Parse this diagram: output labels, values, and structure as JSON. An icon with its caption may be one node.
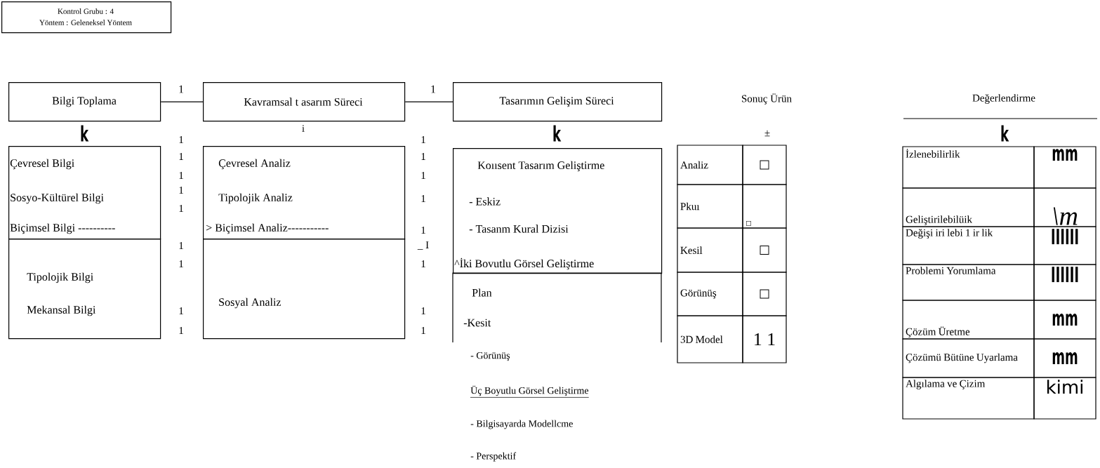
{
  "diagram": {
    "nodes": [
      {
        "text": [
          "Kontrol Grubu : 4",
          "Yöntem : Geleneksel Yöntem"
        ]
      },
      {
        "text": [
          "Bilgi Toplama"
        ]
      },
      {
        "text": [
          "Kavramsal t asarım Süreci"
        ]
      },
      {
        "text": [
          "Tasarımın Gelişim Süreci"
        ]
      },
      {
        "text": [
          "Çevresel Bilgi",
          "Sosyo-Kültürel Bilgi",
          "Biçimsel Bilgi ----------"
        ]
      },
      {
        "text": [
          "Tipolojik Bilgi",
          "Mekansal Bilgi"
        ]
      },
      {
        "text": [
          "Çevresel Analiz",
          "Tipolojik Analiz",
          "> Biçimsel Analiz-----------"
        ]
      },
      {
        "text": [
          "Sosyal Analiz"
        ]
      },
      {
        "text": [
          "Koıısent Tasarım Geliştirme",
          "- Eskiz",
          "- Tasanm Kural Dizisi",
          "^İki Bovutlu Görsel Geliştirme"
        ]
      },
      {
        "text": [
          "Plan",
          "-Kesit"
        ]
      }
    ],
    "edges": [
      {
        "from": 1,
        "to": 2,
        "arrow": "none",
        "label": "1"
      },
      {
        "from": 2,
        "to": 3,
        "arrow": "none",
        "label": "1"
      }
    ],
    "labels": [
      "Sonuç Ürün",
      "Değerlendirme",
      "k",
      "i",
      "k",
      "±",
      "k",
      "1",
      "1",
      "1",
      "1",
      "1",
      "1",
      "1",
      "1",
      "1",
      "1",
      "1",
      "1",
      "1",
      "1",
      "_ I",
      "1",
      "1",
      "1",
      "- Görünüş",
      "Üç Boyutlu Görsel Geliştirme",
      "- Bilgisayarda Modellcme",
      "- Perspektif",
      "Analiz",
      "□",
      "Pkuı",
      "□",
      "Kesil",
      "□",
      "Görünüş",
      "□",
      "3D Model",
      "1 1",
      "İzlenebilirlik",
      "mm",
      "Geliştirilebilüik",
      "\\m",
      "Değişi iri lebi 1 ir lik",
      "IIIIII",
      "Problemi Yorumlama",
      "IIIIII",
      "Çözüm Üretme",
      "mm",
      "Çözümü Bütüne Uyarlama",
      "mm",
      "Algılama ve Çizim",
      "kimi"
    ]
  }
}
